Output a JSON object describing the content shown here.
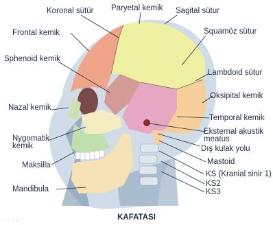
{
  "caption": "KAFATASI",
  "watermark": "∴ ∶ □ ▪",
  "labels": {
    "koronal": "Koronal sütür",
    "paryetal": "Paryetal kemik",
    "sagital": "Sagital sütur",
    "frontal": "Frontal kemik",
    "squamoz": "Squamöz sütur",
    "sphenoid": "Sphenoid kemik",
    "lambdoid": "Lambdoid sütur",
    "oksipital": "Oksipital kemik",
    "nazal": "Nazal kemik",
    "temporal": "Temporal kemik",
    "eksternal_1": "Eksternal akustik",
    "eksternal_2": "meatus",
    "dis_kulak": "Dış kulak yolu",
    "nygomatik_1": "Nygomatik",
    "nygomatik_2": "kemik",
    "mastoid": "Mastoid",
    "maksilla": "Maksilla",
    "ks1": "KS (Kranial sinir 1)",
    "ks2": "KS2",
    "ks3": "KS3",
    "mandibula": "Mandibula"
  },
  "colors": {
    "frontal": "#f0a58a",
    "parietal": "#eef0a2",
    "occipital": "#f6cf9a",
    "sphenoid": "#d49a96",
    "temporal": "#e7a6c2",
    "zygomatic": "#f6ecc2",
    "nasal": "#cfe0b0",
    "maxilla": "#bfe0ad",
    "mandible": "#f6e2b4",
    "skin": "#9fb8cc",
    "skin_dark": "#6e8aa5",
    "label_text": "#1f2a44",
    "leader": "#222a3a"
  }
}
